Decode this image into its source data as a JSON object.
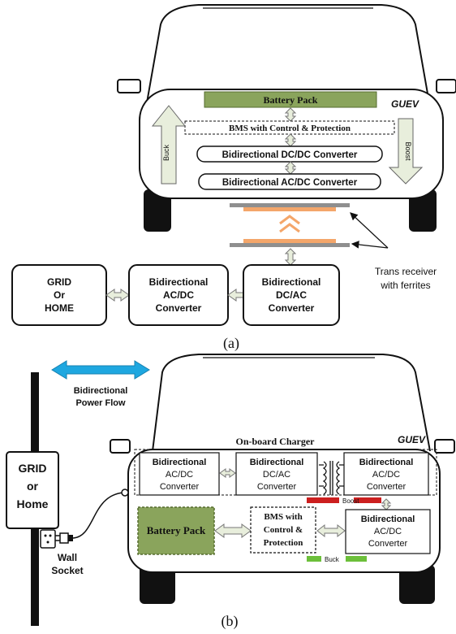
{
  "part_a": {
    "vehicle_label": "GUEV",
    "battery_pack": "Battery Pack",
    "bms": "BMS with Control & Protection",
    "dcdc": "Bidirectional DC/DC Converter",
    "acdc": "Bidirectional AC/DC Converter",
    "buck": "Buck",
    "boost": "Boost",
    "grid_lines": [
      "GRID",
      "Or",
      "HOME"
    ],
    "acdc_box_lines": [
      "Bidirectional",
      "AC/DC",
      "Converter"
    ],
    "dcac_box_lines": [
      "Bidirectional",
      "DC/AC",
      "Converter"
    ],
    "trans_receiver_lines": [
      "Trans receiver",
      "with ferrites"
    ],
    "caption": "(a)"
  },
  "part_b": {
    "power_flow_lines": [
      "Bidirectional",
      "Power Flow"
    ],
    "grid_lines": [
      "GRID",
      "or",
      "Home"
    ],
    "wall_socket_lines": [
      "Wall",
      "Socket"
    ],
    "vehicle_label": "GUEV",
    "onboard_charger": "On-board Charger",
    "acdc1_lines": [
      "Bidirectional",
      "AC/DC",
      "Converter"
    ],
    "dcac_lines": [
      "Bidirectional",
      "DC/AC",
      "Converter"
    ],
    "acdc2_lines": [
      "Bidirectional",
      "AC/DC",
      "Converter"
    ],
    "battery_pack": "Battery Pack",
    "bms_lines": [
      "BMS with",
      "Control &",
      "Protection"
    ],
    "acdc3_lines": [
      "Bidirectional",
      "AC/DC",
      "Converter"
    ],
    "boost": "Boost",
    "buck": "Buck",
    "caption": "(b)"
  },
  "colors": {
    "battery_fill": "#8aa45c",
    "arrow_fill": "#e8eedc",
    "coil_orange": "#f4a66a",
    "coil_gray": "#8f8f8f",
    "power_flow_blue": "#1ea7e0",
    "boost_red": "#cc1f1f",
    "buck_green": "#6cbf3a"
  }
}
